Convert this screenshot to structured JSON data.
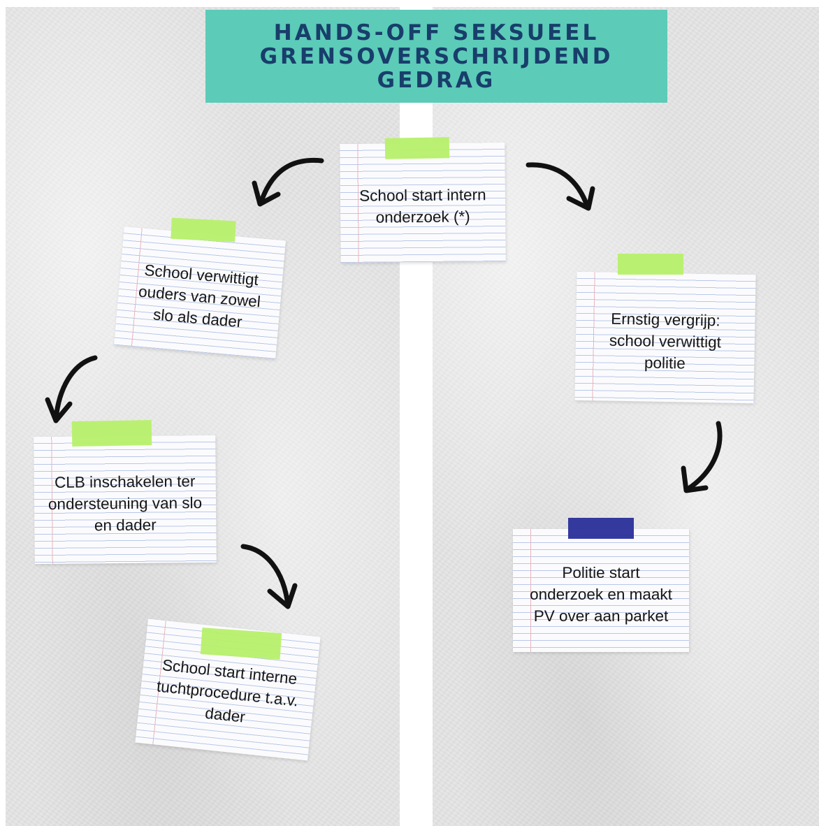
{
  "title": {
    "line1": "HANDS-OFF SEKSUEEL",
    "line2": "GRENSOVERSCHRIJDEND",
    "line3": "GEDRAG"
  },
  "colors": {
    "banner": "#5ccbb8",
    "title_text": "#183e6b",
    "tape_green": "#b7f06a",
    "tape_blue": "#2a2f9a",
    "background": "#e4e4e4"
  },
  "notes": {
    "start": "School start intern onderzoek (*)",
    "parents": "School verwittigt ouders van zowel slo als dader",
    "clb": "CLB inschakelen ter ondersteuning van slo en dader",
    "discipline": "School start interne tuchtprocedure t.a.v. dader",
    "serious": "Ernstig vergrijp: school verwittigt politie",
    "police": "Politie start onderzoek en maakt PV over aan parket"
  },
  "icons": {
    "arrow": "curved-arrow-icon"
  }
}
